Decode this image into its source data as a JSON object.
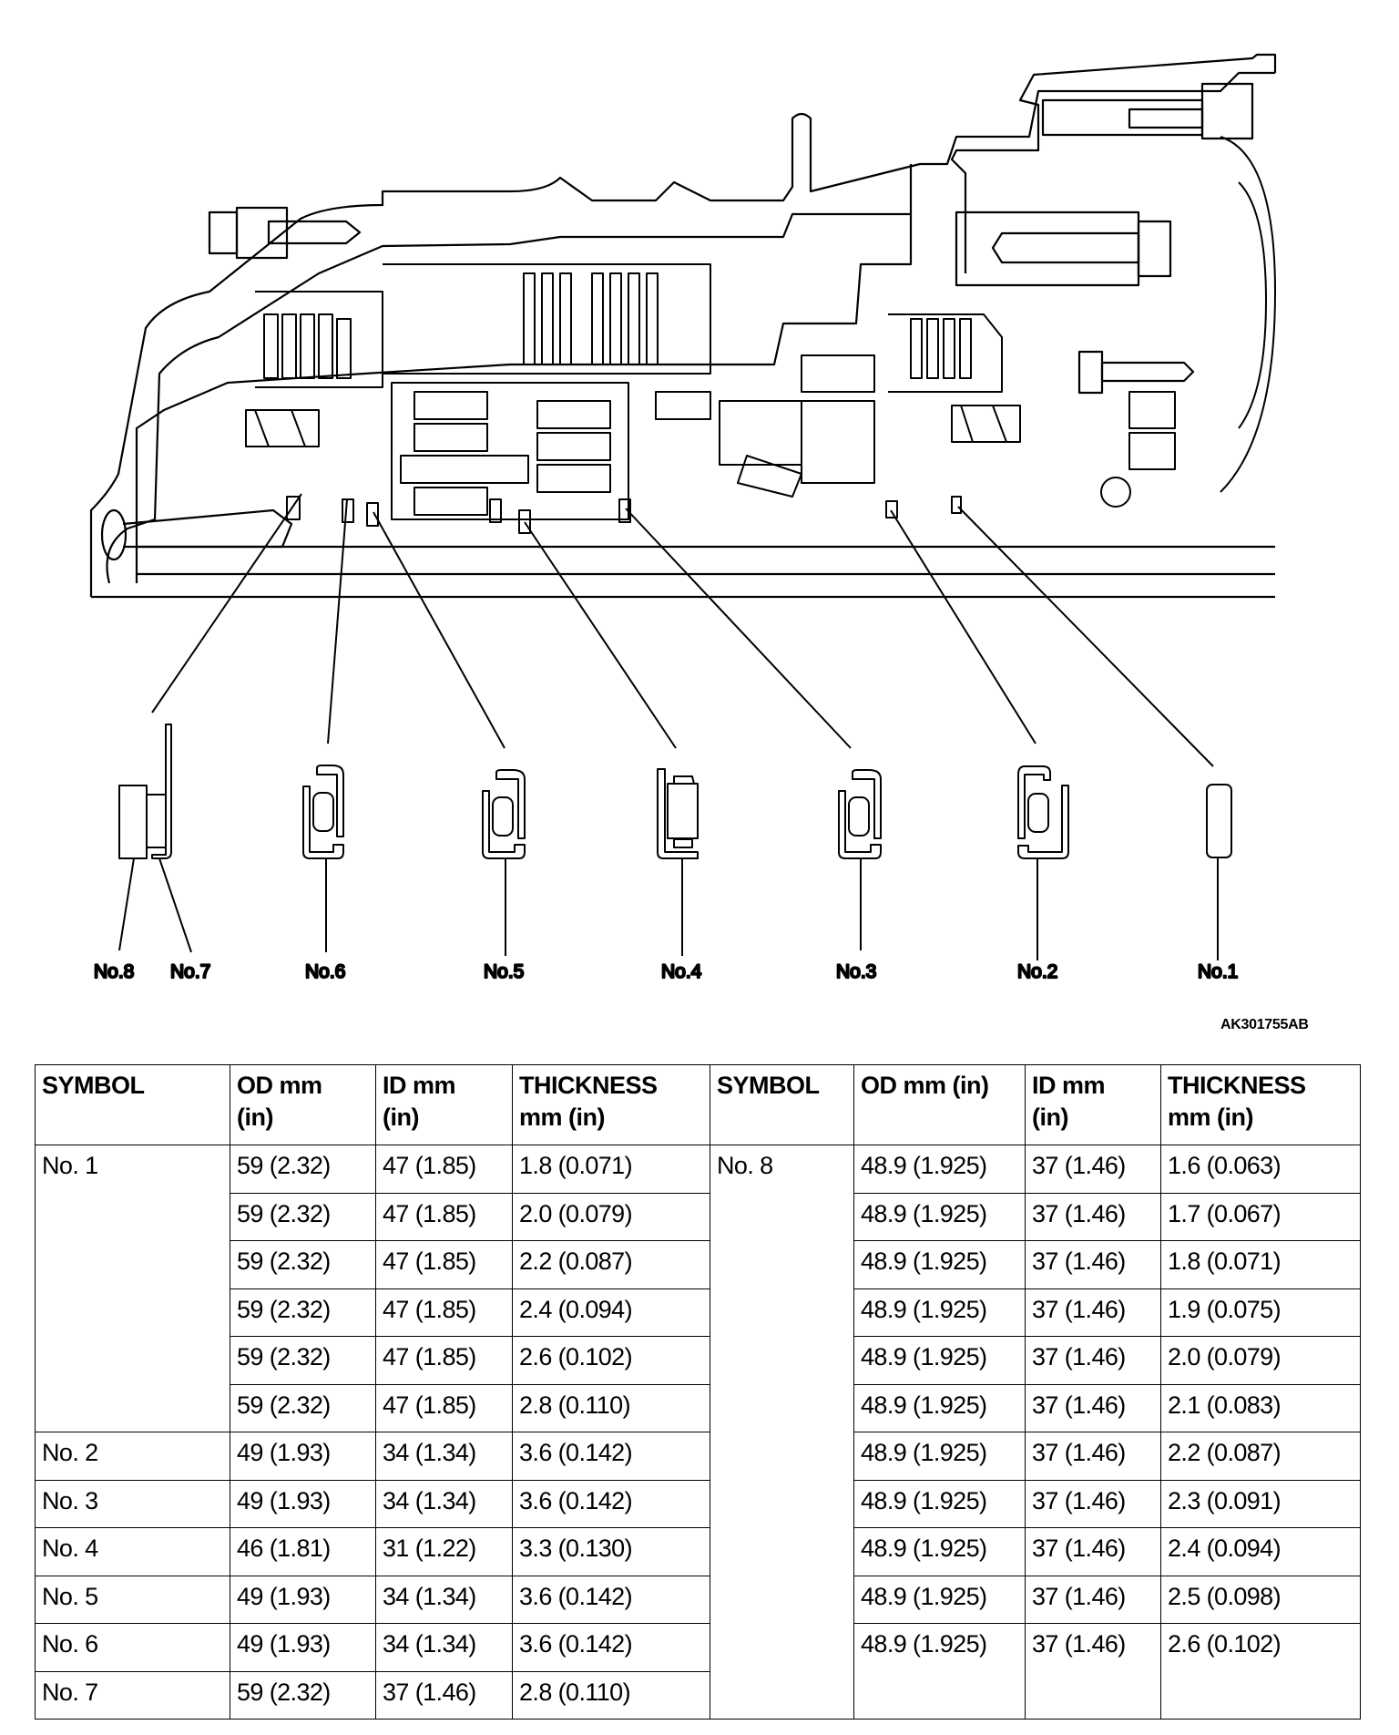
{
  "document": {
    "figure_code": "AK301755AB",
    "diagram": {
      "description": "Transmission cross-section with bearing/shim positions",
      "callout_labels": [
        "No.8",
        "No.7",
        "No.6",
        "No.5",
        "No.4",
        "No.3",
        "No.2",
        "No.1"
      ]
    },
    "table": {
      "headers_left": [
        "SYMBOL",
        "OD mm (in)",
        "ID mm (in)",
        "THICKNESS mm (in)"
      ],
      "headers_right": [
        "SYMBOL",
        "OD mm (in)",
        "ID mm (in)",
        "THICKNESS mm (in)"
      ],
      "header_display": {
        "sym": "SYMBOL",
        "od_left_1": "OD mm",
        "od_left_2": "(in)",
        "id_1": "ID mm",
        "id_2": "(in)",
        "th_1": "THICKNESS",
        "th_2": "mm (in)",
        "od_right": "OD mm (in)"
      },
      "left_rows": [
        {
          "symbol": "No. 1",
          "od": "59 (2.32)",
          "id": "47 (1.85)",
          "thickness": "1.8 (0.071)"
        },
        {
          "symbol": "",
          "od": "59 (2.32)",
          "id": "47 (1.85)",
          "thickness": "2.0 (0.079)"
        },
        {
          "symbol": "",
          "od": "59 (2.32)",
          "id": "47 (1.85)",
          "thickness": "2.2 (0.087)"
        },
        {
          "symbol": "",
          "od": "59 (2.32)",
          "id": "47 (1.85)",
          "thickness": "2.4 (0.094)"
        },
        {
          "symbol": "",
          "od": "59 (2.32)",
          "id": "47 (1.85)",
          "thickness": "2.6 (0.102)"
        },
        {
          "symbol": "",
          "od": "59 (2.32)",
          "id": "47 (1.85)",
          "thickness": "2.8 (0.110)"
        },
        {
          "symbol": "No. 2",
          "od": "49 (1.93)",
          "id": "34 (1.34)",
          "thickness": "3.6 (0.142)"
        },
        {
          "symbol": "No. 3",
          "od": "49 (1.93)",
          "id": "34 (1.34)",
          "thickness": "3.6 (0.142)"
        },
        {
          "symbol": "No. 4",
          "od": "46 (1.81)",
          "id": "31 (1.22)",
          "thickness": "3.3 (0.130)"
        },
        {
          "symbol": "No. 5",
          "od": "49 (1.93)",
          "id": "34 (1.34)",
          "thickness": "3.6 (0.142)"
        },
        {
          "symbol": "No. 6",
          "od": "49 (1.93)",
          "id": "34 (1.34)",
          "thickness": "3.6 (0.142)"
        },
        {
          "symbol": "No. 7",
          "od": "59 (2.32)",
          "id": "37 (1.46)",
          "thickness": "2.8 (0.110)"
        }
      ],
      "right_rows": [
        {
          "symbol": "No. 8",
          "od": "48.9 (1.925)",
          "id": "37 (1.46)",
          "thickness": "1.6 (0.063)"
        },
        {
          "symbol": "",
          "od": "48.9 (1.925)",
          "id": "37 (1.46)",
          "thickness": "1.7 (0.067)"
        },
        {
          "symbol": "",
          "od": "48.9 (1.925)",
          "id": "37 (1.46)",
          "thickness": "1.8 (0.071)"
        },
        {
          "symbol": "",
          "od": "48.9 (1.925)",
          "id": "37 (1.46)",
          "thickness": "1.9 (0.075)"
        },
        {
          "symbol": "",
          "od": "48.9 (1.925)",
          "id": "37 (1.46)",
          "thickness": "2.0 (0.079)"
        },
        {
          "symbol": "",
          "od": "48.9 (1.925)",
          "id": "37 (1.46)",
          "thickness": "2.1 (0.083)"
        },
        {
          "symbol": "",
          "od": "48.9 (1.925)",
          "id": "37 (1.46)",
          "thickness": "2.2 (0.087)"
        },
        {
          "symbol": "",
          "od": "48.9 (1.925)",
          "id": "37 (1.46)",
          "thickness": "2.3 (0.091)"
        },
        {
          "symbol": "",
          "od": "48.9 (1.925)",
          "id": "37 (1.46)",
          "thickness": "2.4 (0.094)"
        },
        {
          "symbol": "",
          "od": "48.9 (1.925)",
          "id": "37 (1.46)",
          "thickness": "2.5 (0.098)"
        },
        {
          "symbol": "",
          "od": "48.9 (1.925)",
          "id": "37 (1.46)",
          "thickness": "2.6 (0.102)"
        },
        {
          "symbol": "",
          "od": "",
          "id": "",
          "thickness": ""
        }
      ]
    }
  }
}
